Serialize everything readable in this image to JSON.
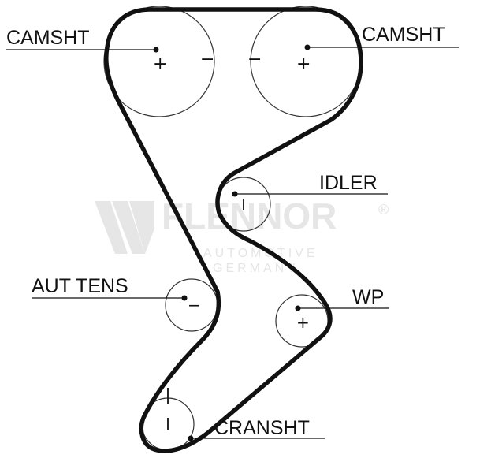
{
  "labels": {
    "camshaft_left": "CAMSHT",
    "camshaft_right": "CAMSHT",
    "idler": "IDLER",
    "auto_tensioner": "AUT TENS",
    "water_pump": "WP",
    "crankshaft": "CRANSHT"
  },
  "watermark": {
    "brand": "FLENNOR",
    "registered": "®",
    "line1": "AUTOMOTIVE",
    "line2": "GERMANY"
  },
  "signs": {
    "plus": "+",
    "minus": "−"
  },
  "colors": {
    "ink": "#111111",
    "watermark": "#e6e6e6",
    "background": "#ffffff"
  }
}
